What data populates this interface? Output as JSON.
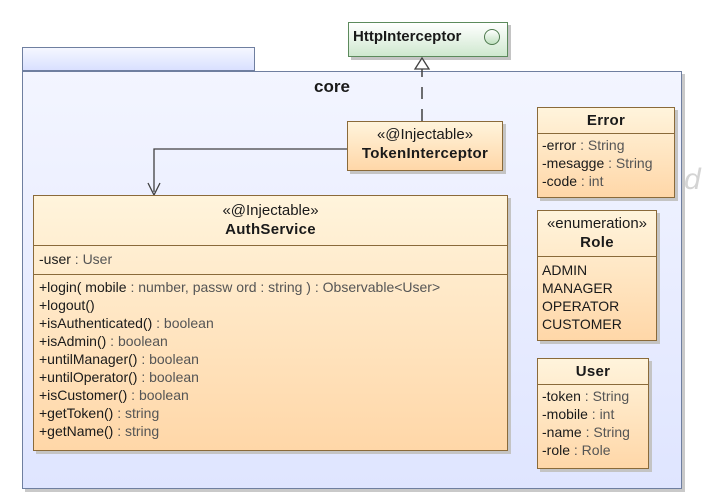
{
  "package": {
    "name": "core"
  },
  "interface": {
    "name": "HttpInterceptor"
  },
  "token_interceptor": {
    "stereotype": "«@Injectable»",
    "name": "TokenInterceptor"
  },
  "auth_service": {
    "stereotype": "«@Injectable»",
    "name": "AuthService",
    "attributes": [
      {
        "name": "-user",
        "type": " : User"
      }
    ],
    "operations": [
      {
        "name": "+login( mobile",
        "type": " : number, passw ord : string ) : Observable<User>"
      },
      {
        "name": "+logout()",
        "type": ""
      },
      {
        "name": "+isAuthenticated()",
        "type": " : boolean"
      },
      {
        "name": "+isAdmin()",
        "type": " : boolean"
      },
      {
        "name": "+untilManager()",
        "type": " : boolean"
      },
      {
        "name": "+untilOperator()",
        "type": " : boolean"
      },
      {
        "name": "+isCustomer()",
        "type": " : boolean"
      },
      {
        "name": "+getToken()",
        "type": " : string"
      },
      {
        "name": "+getName()",
        "type": " : string"
      }
    ]
  },
  "error_class": {
    "name": "Error",
    "attributes": [
      {
        "name": "-error",
        "type": " : String"
      },
      {
        "name": "-mesagge",
        "type": " : String"
      },
      {
        "name": "-code",
        "type": " : int"
      }
    ]
  },
  "role_enum": {
    "stereotype": "«enumeration»",
    "name": "Role",
    "literals": [
      "ADMIN",
      "MANAGER",
      "OPERATOR",
      "CUSTOMER"
    ]
  },
  "user_class": {
    "name": "User",
    "attributes": [
      {
        "name": "-token",
        "type": " : String"
      },
      {
        "name": "-mobile",
        "type": " : int"
      },
      {
        "name": "-name",
        "type": " : String"
      },
      {
        "name": "-role",
        "type": " : Role"
      }
    ]
  },
  "watermark": "d"
}
